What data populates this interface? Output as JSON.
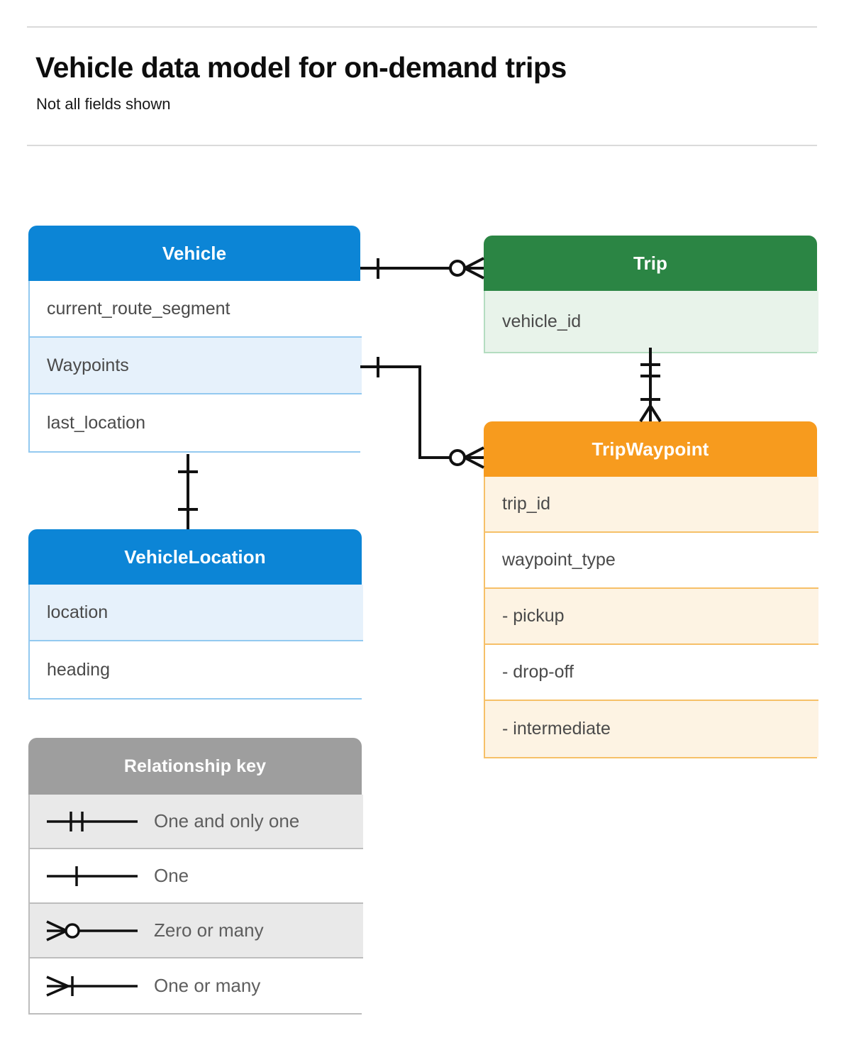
{
  "header": {
    "title": "Vehicle data model for on-demand trips",
    "subtitle": "Not all fields shown"
  },
  "colors": {
    "blue": "#0c85d6",
    "blue_row_alt": "#e6f1fb",
    "blue_border": "#93c9f0",
    "green": "#2b8544",
    "green_row_alt": "#e8f3ea",
    "green_border": "#b4ddc0",
    "orange": "#f79b1e",
    "orange_row_alt": "#fdf3e3",
    "orange_border": "#f6c068",
    "gray": "#9e9e9e",
    "gray_row_alt": "#e9e9e9",
    "text": "#4a4a4a",
    "divider": "#dadada",
    "connector": "#000000"
  },
  "entities": [
    {
      "id": "vehicle",
      "name": "Vehicle",
      "theme": "blue",
      "fields": [
        {
          "label": "current_route_segment",
          "shaded": false
        },
        {
          "label": "Waypoints",
          "shaded": true
        },
        {
          "label": "last_location",
          "shaded": false
        }
      ]
    },
    {
      "id": "trip",
      "name": "Trip",
      "theme": "green",
      "fields": [
        {
          "label": "vehicle_id",
          "shaded": true
        }
      ]
    },
    {
      "id": "tripwaypoint",
      "name": "TripWaypoint",
      "theme": "orange",
      "fields": [
        {
          "label": "trip_id",
          "shaded": true
        },
        {
          "label": "waypoint_type",
          "shaded": false
        },
        {
          "label": "  -  pickup",
          "shaded": true
        },
        {
          "label": "  -  drop-off",
          "shaded": false
        },
        {
          "label": "  -  intermediate",
          "shaded": true
        }
      ]
    },
    {
      "id": "vehiclelocation",
      "name": "VehicleLocation",
      "theme": "blue",
      "fields": [
        {
          "label": "location",
          "shaded": true
        },
        {
          "label": "heading",
          "shaded": false
        }
      ]
    }
  ],
  "legend": {
    "title": "Relationship key",
    "rows": [
      {
        "symbol": "one-and-only-one-symbol",
        "label": "One and only one",
        "shaded": true
      },
      {
        "symbol": "one-symbol",
        "label": "One",
        "shaded": false
      },
      {
        "symbol": "zero-or-many-symbol",
        "label": "Zero or many",
        "shaded": true
      },
      {
        "symbol": "one-or-many-symbol",
        "label": "One or many",
        "shaded": false
      }
    ]
  },
  "relationships": [
    {
      "id": "vehicle-trip",
      "from": "Vehicle",
      "to": "Trip",
      "from_cardinality": "One",
      "to_cardinality": "Zero or many"
    },
    {
      "id": "vehicle-waypoints-tripwaypoint",
      "from": "Vehicle.Waypoints",
      "to": "TripWaypoint",
      "from_cardinality": "One",
      "to_cardinality": "Zero or many"
    },
    {
      "id": "trip-tripwaypoint",
      "from": "Trip",
      "to": "TripWaypoint",
      "from_cardinality": "One and only one",
      "to_cardinality": "One or many"
    },
    {
      "id": "vehicle-vehiclelocation",
      "from": "Vehicle",
      "to": "VehicleLocation",
      "from_cardinality": "One",
      "to_cardinality": "One"
    }
  ]
}
